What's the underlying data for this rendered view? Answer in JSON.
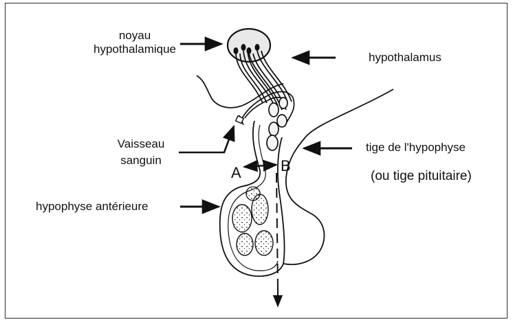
{
  "labels": {
    "noyau_line1": "noyau",
    "noyau_line2": "hypothalamique",
    "hypothalamus": "hypothalamus",
    "vaisseau_line1": "Vaisseau",
    "vaisseau_line2": "sanguin",
    "tige_line1": "tige de l'hypophyse",
    "tige_line2": "(ou tige pituitaire)",
    "anterieure": "hypophyse antérieure",
    "point_a": "A",
    "point_b": "B"
  }
}
